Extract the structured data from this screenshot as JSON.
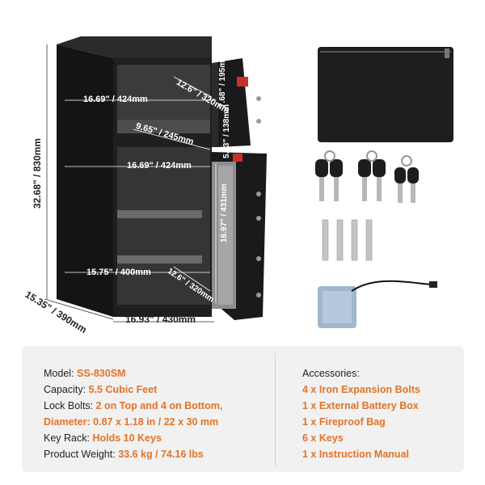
{
  "dimensions": {
    "height_outer": "32.68\" / 830mm",
    "depth_outer": "15.35\" / 390mm",
    "width_outer": "16.93\" / 430mm",
    "top_width": "16.69\" / 424mm",
    "top_depth": "12.6\" / 320mm",
    "top_height": "7.68\" / 195mm",
    "middle_depth": "9.65\" / 245mm",
    "middle_height": "5.43\" / 138mm",
    "lower_width": "16.69\" / 424mm",
    "lower_height": "16.97\" / 431mm",
    "bottom_width": "15.75\" / 400mm",
    "bottom_depth": "12.6\" / 320mm"
  },
  "specs": [
    {
      "label": "Model:",
      "value": "SS-830SM"
    },
    {
      "label": "Capacity:",
      "value": "5.5 Cubic Feet"
    },
    {
      "label": "Lock Bolts:",
      "value": "2 on Top and 4 on Bottom,"
    },
    {
      "label": "Diameter:",
      "value": "0.87 x 1.18 in / 22 x 30 mm"
    },
    {
      "label": "Key Rack:",
      "value": "Holds 10 Keys"
    },
    {
      "label": "Product Weight:",
      "value": "33.6 kg / 74.16 lbs"
    }
  ],
  "accessories": {
    "heading": "Accessories:",
    "items": [
      {
        "qty": "4 x",
        "name": "Iron Expansion Bolts"
      },
      {
        "qty": "1 x",
        "name": "External Battery Box"
      },
      {
        "qty": "1 x",
        "name": "Fireproof Bag"
      },
      {
        "qty": "6 x",
        "name": "Keys"
      },
      {
        "qty": "1 x",
        "name": "Instruction Manual"
      }
    ]
  },
  "colors": {
    "accent": "#e0742a",
    "safe_body": "#1c1c1e",
    "panel_bg": "#f1f1f1"
  }
}
